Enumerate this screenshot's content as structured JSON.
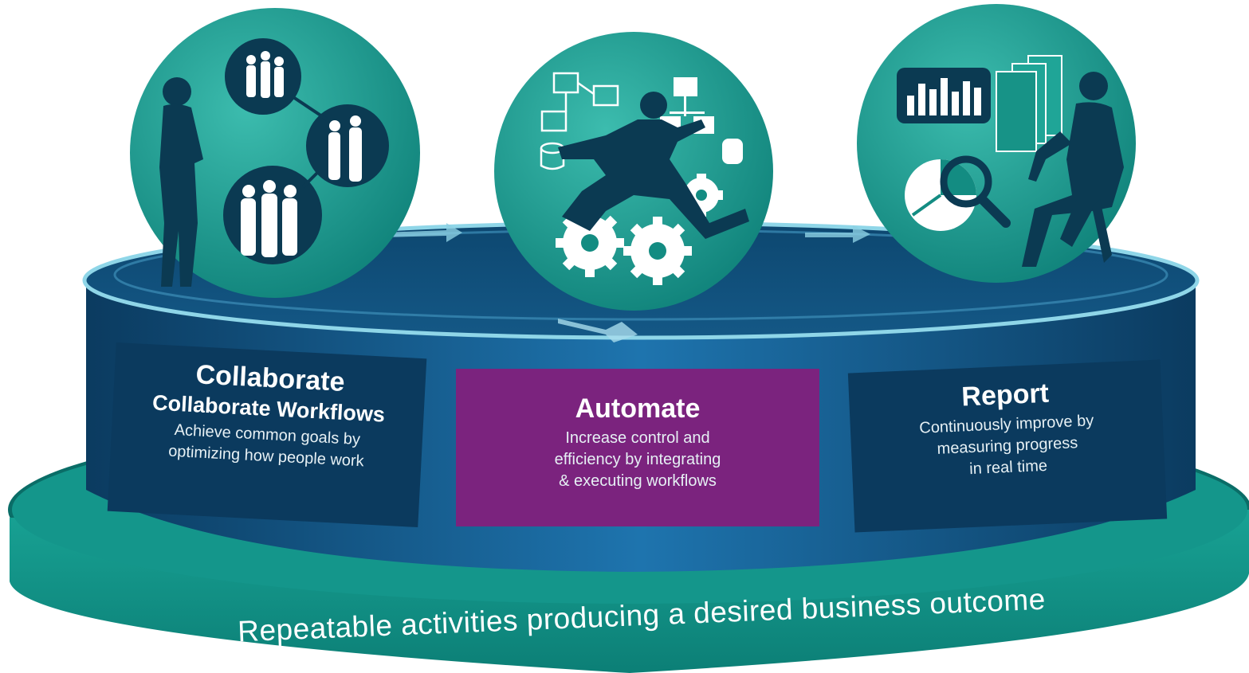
{
  "colors": {
    "teal": "#0f8f85",
    "teal_light": "#23a79c",
    "navy": "#0c3e64",
    "blue": "#1a6fa6",
    "purple": "#7b237e",
    "silhouette": "#0b3a52"
  },
  "icons": [
    "business-people-network-icon",
    "workflow-gears-runner-icon",
    "reporting-charts-icon"
  ],
  "stages": [
    {
      "title": "Collaborate",
      "subtitle": "Collaborate Workflows",
      "lines": [
        "Achieve common goals by",
        "optimizing how people work"
      ]
    },
    {
      "title": "Automate",
      "lines": [
        "Increase control and",
        "efficiency by integrating",
        "& executing workflows"
      ]
    },
    {
      "title": "Report",
      "lines": [
        "Continuously improve by",
        "measuring progress",
        "in real time"
      ]
    }
  ],
  "base_caption": "Repeatable activities producing a desired business outcome"
}
